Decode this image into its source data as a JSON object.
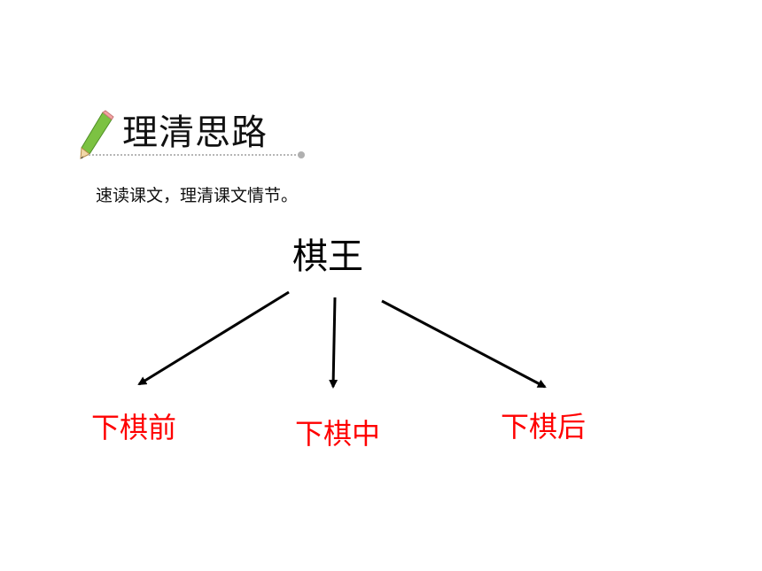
{
  "section": {
    "title": "理清思路",
    "icon": "pencil-icon"
  },
  "instruction": "速读课文，理清课文情节。",
  "diagram": {
    "root": "棋王",
    "children": [
      "下棋前",
      "下棋中",
      "下棋后"
    ]
  },
  "colors": {
    "title_text": "#111111",
    "leaf_text": "#ff0000",
    "arrow": "#000000",
    "pencil_body": "#7cc242",
    "pencil_eraser": "#f4a3a3"
  }
}
